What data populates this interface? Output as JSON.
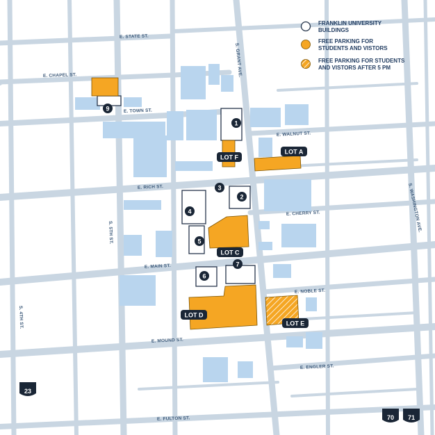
{
  "colors": {
    "street": "#c9d6e2",
    "building": "#b9d5ee",
    "university_outline": "#25344a",
    "parking": "#f5a623",
    "label_dark": "#1a2636",
    "street_text": "#3d5a7a"
  },
  "legend": {
    "university": "FRANKLIN UNIVERSITY",
    "university_2": "BUILDINGS",
    "parking": "FREE PARKING FOR",
    "parking_2": "STUDENTS AND VISTORS",
    "parking_after": "FREE PARKING FOR STUDENTS",
    "parking_after_2": "AND VISTORS AFTER 5 PM"
  },
  "streets": {
    "state": "E. STATE ST.",
    "chapel": "E. CHAPEL ST.",
    "town": "E. TOWN ST.",
    "walnut": "E. WALNUT ST.",
    "rich": "E. RICH ST.",
    "cherry": "E. CHERRY ST.",
    "main": "E. MAIN ST.",
    "noble": "E. NOBLE ST.",
    "mound": "E. MOUND ST.",
    "engler": "E. ENGLER ST.",
    "fulton": "E. FULTON ST.",
    "grant": "S. GRANT AVE.",
    "washington": "S. WASHINGTON AVE.",
    "fifth": "S. 5TH ST.",
    "fourth": "S. 4TH ST."
  },
  "lots": {
    "a": "LOT A",
    "c": "LOT C",
    "d": "LOT D",
    "e": "LOT E",
    "f": "LOT F"
  },
  "buildings": [
    "1",
    "2",
    "3",
    "4",
    "5",
    "6",
    "7",
    "9"
  ],
  "highways": {
    "i23": "23",
    "i70": "70",
    "i71": "71"
  }
}
